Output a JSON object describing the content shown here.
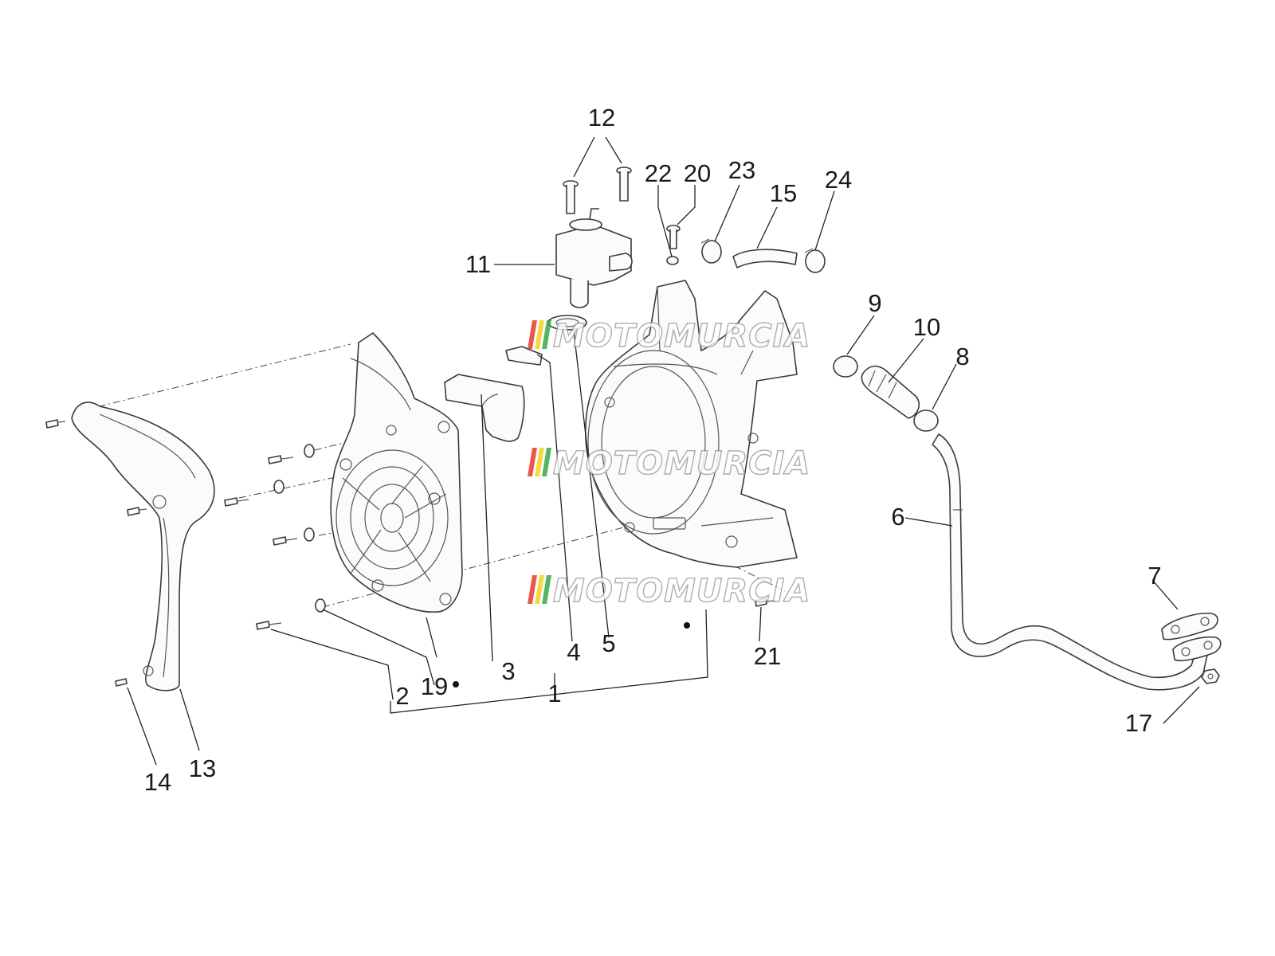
{
  "diagram": {
    "callouts": [
      {
        "id": "1",
        "label": "1"
      },
      {
        "id": "2",
        "label": "2"
      },
      {
        "id": "3",
        "label": "3"
      },
      {
        "id": "4",
        "label": "4"
      },
      {
        "id": "5",
        "label": "5"
      },
      {
        "id": "6",
        "label": "6"
      },
      {
        "id": "7",
        "label": "7"
      },
      {
        "id": "8",
        "label": "8"
      },
      {
        "id": "9",
        "label": "9"
      },
      {
        "id": "10",
        "label": "10"
      },
      {
        "id": "11",
        "label": "11"
      },
      {
        "id": "12",
        "label": "12"
      },
      {
        "id": "13",
        "label": "13"
      },
      {
        "id": "14",
        "label": "14"
      },
      {
        "id": "15",
        "label": "15"
      },
      {
        "id": "17",
        "label": "17"
      },
      {
        "id": "19",
        "label": "19"
      },
      {
        "id": "20",
        "label": "20"
      },
      {
        "id": "21",
        "label": "21"
      },
      {
        "id": "22",
        "label": "22"
      },
      {
        "id": "23",
        "label": "23"
      },
      {
        "id": "24",
        "label": "24"
      }
    ]
  },
  "watermark": {
    "text": "MOTOMURCIA",
    "stripe_colors": [
      "#e83a2e",
      "#f4d21f",
      "#3aa64a"
    ],
    "count": 3
  }
}
